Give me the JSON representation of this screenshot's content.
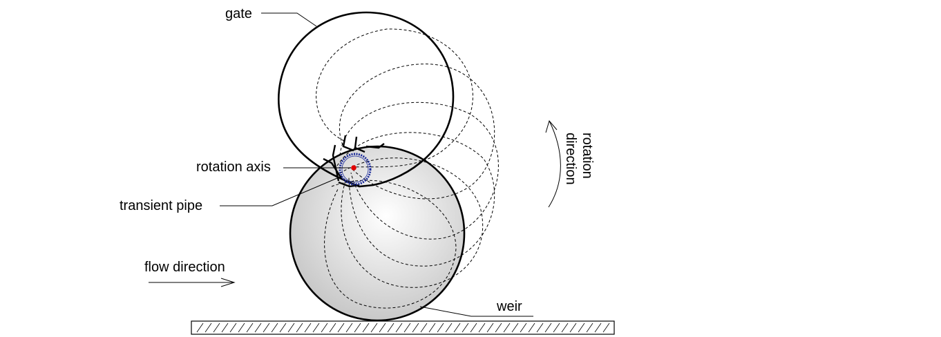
{
  "labels": {
    "gate": "gate",
    "rotation_axis": "rotation axis",
    "transient_pipe": "transient pipe",
    "flow_direction": "flow direction",
    "weir": "weir",
    "rotation_line1": "rotation",
    "rotation_line2": "direction"
  },
  "colors": {
    "outline": "#000000",
    "axis_point": "#e00000",
    "pipe": "#1a2a9a",
    "weir_fill_light": "#ffffff",
    "weir_fill_dark": "#c4c4c4"
  }
}
